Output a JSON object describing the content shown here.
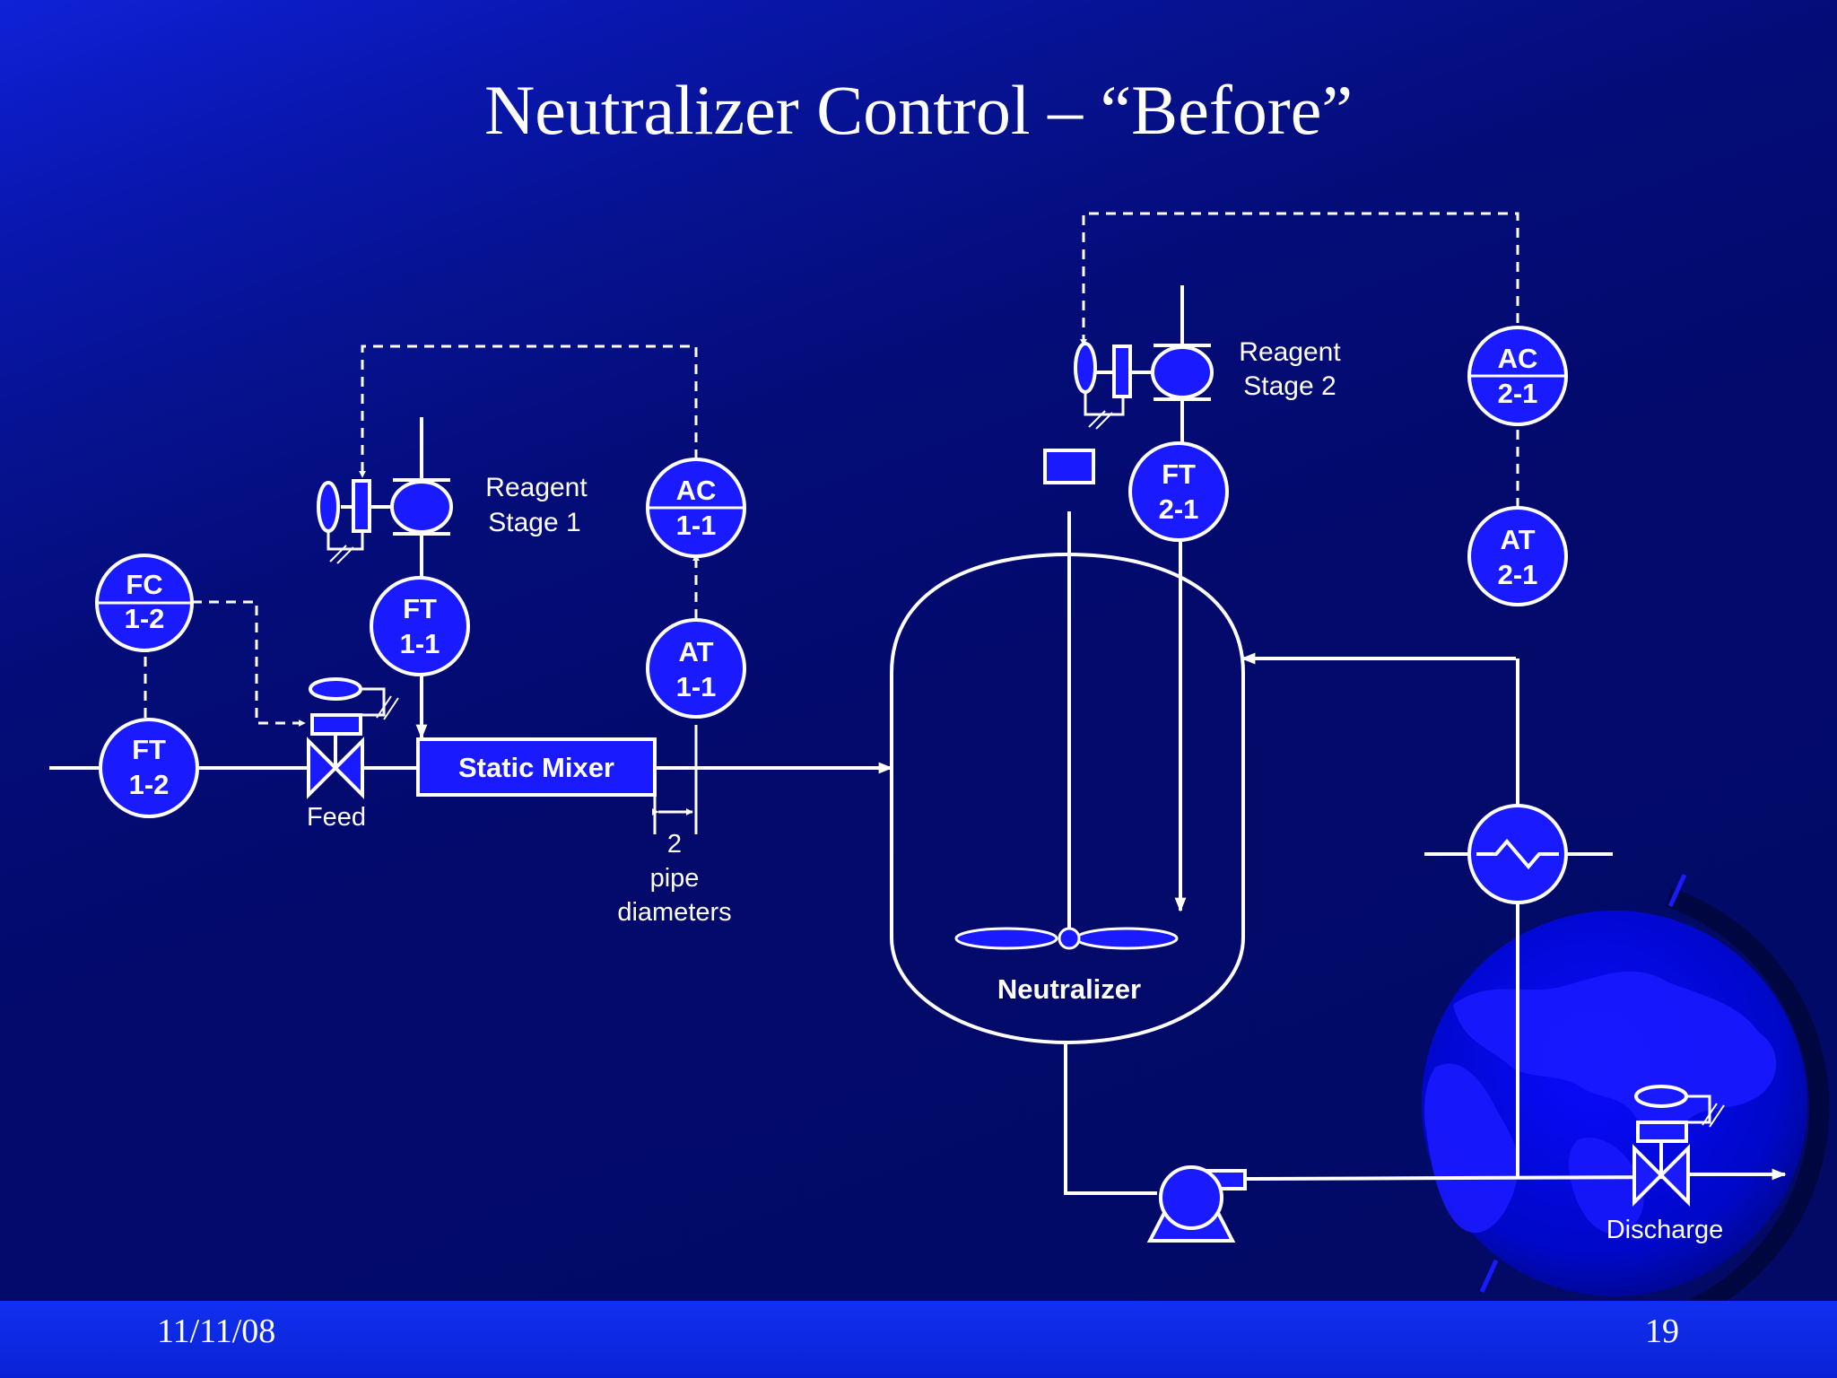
{
  "title": "Neutralizer Control – “Before”",
  "footer": {
    "date": "11/11/08",
    "page": "19"
  },
  "colors": {
    "background": "#030a6c",
    "symbol_fill": "#1a1aff",
    "line": "#ffffff",
    "footer_bar": "#0a22d4"
  },
  "instruments": {
    "fc12": {
      "tag": "FC",
      "num": "1-2"
    },
    "ft12": {
      "tag": "FT",
      "num": "1-2"
    },
    "ft11": {
      "tag": "FT",
      "num": "1-1"
    },
    "ac11": {
      "tag": "AC",
      "num": "1-1"
    },
    "at11": {
      "tag": "AT",
      "num": "1-1"
    },
    "ft21": {
      "tag": "FT",
      "num": "2-1"
    },
    "ac21": {
      "tag": "AC",
      "num": "2-1"
    },
    "at21": {
      "tag": "AT",
      "num": "2-1"
    }
  },
  "labels": {
    "reagent1": [
      "Reagent",
      "Stage 1"
    ],
    "reagent2": [
      "Reagent",
      "Stage 2"
    ],
    "feed": "Feed",
    "static_mixer": "Static Mixer",
    "pipe_diameters": [
      "2",
      "pipe",
      "diameters"
    ],
    "neutralizer": "Neutralizer",
    "discharge": "Discharge"
  }
}
